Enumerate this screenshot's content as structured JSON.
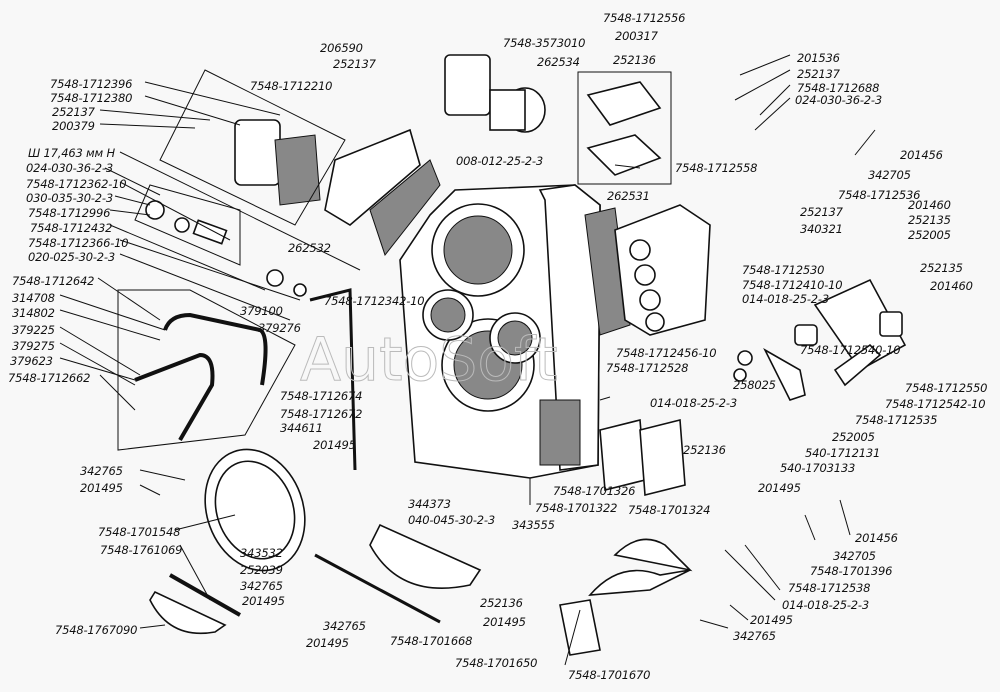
{
  "diagram": {
    "part_labels": [
      "7548-1712396",
      "7548-1712380",
      "252137",
      "200379",
      "7548-1712210",
      "206590",
      "252137",
      "7548-3573010",
      "262534",
      "7548-1712556",
      "200317",
      "252136",
      "201536",
      "252137",
      "7548-1712688",
      "024-030-36-2-3",
      "008-012-25-2-3",
      "Ш 17,463 мм Н",
      "024-030-36-2-3",
      "7548-1712362-10",
      "030-035-30-2-3",
      "7548-1712996",
      "7548-1712432",
      "7548-1712366-10",
      "020-025-30-2-3",
      "7548-1712558",
      "262531",
      "201456",
      "342705",
      "7548-1712536",
      "262532",
      "252137",
      "340321",
      "201460",
      "252135",
      "252005",
      "7548-1712642",
      "314708",
      "314802",
      "379225",
      "379275",
      "379623",
      "7548-1712662",
      "379100",
      "379276",
      "7548-1712342-10",
      "7548-1712530",
      "7548-1712410-10",
      "014-018-25-2-3",
      "252135",
      "201460",
      "7548-1712456-10",
      "7548-1712528",
      "7548-1712540-10",
      "7548-1712550",
      "7548-1712542-10",
      "258025",
      "7548-1712535",
      "014-018-25-2-3",
      "252005",
      "540-1712131",
      "540-1703133",
      "7548-1712674",
      "7548-1712672",
      "344611",
      "201495",
      "252136",
      "201495",
      "342765",
      "201495",
      "344373",
      "040-045-30-2-3",
      "7548-1701326",
      "7548-1701322",
      "343555",
      "7548-1701324",
      "201456",
      "342705",
      "7548-1701396",
      "7548-1701548",
      "7548-1761069",
      "7548-1712538",
      "014-018-25-2-3",
      "343532",
      "252039",
      "342765",
      "201495",
      "252136",
      "201495",
      "201495",
      "342765",
      "7548-1767090",
      "342765",
      "201495",
      "7548-1701668",
      "7548-1701650",
      "7548-1701670"
    ]
  }
}
